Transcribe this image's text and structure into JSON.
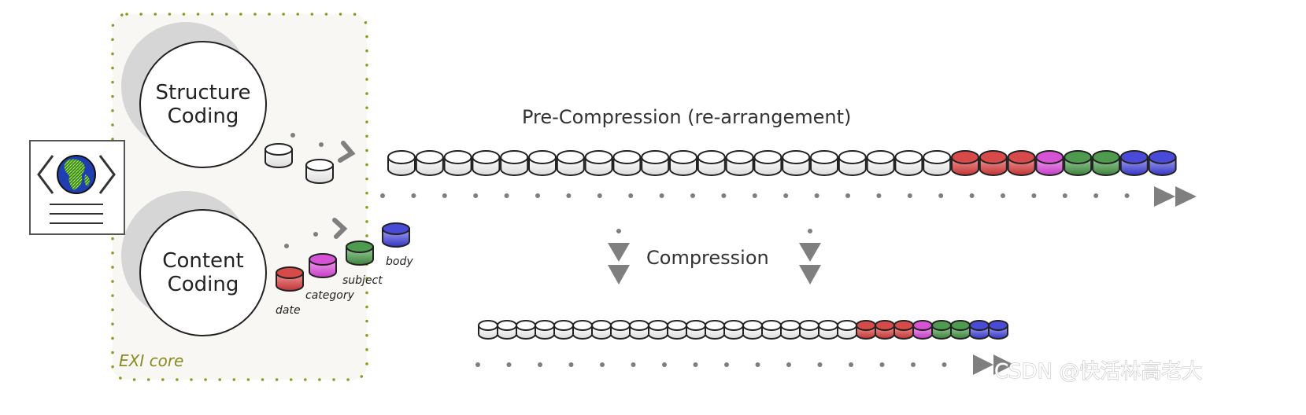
{
  "core": {
    "label": "EXI core",
    "structure": [
      "Structure",
      "Coding"
    ],
    "content": [
      "Content",
      "Coding"
    ]
  },
  "fields": [
    {
      "name": "date",
      "color": "red"
    },
    {
      "name": "category",
      "color": "magenta"
    },
    {
      "name": "subject",
      "color": "green"
    },
    {
      "name": "body",
      "color": "blue"
    }
  ],
  "pre_compression": {
    "label": "Pre-Compression (re-arrangement)",
    "stream": {
      "white": 20,
      "red": 3,
      "magenta": 1,
      "green": 2,
      "blue": 2
    }
  },
  "compression": {
    "label": "Compression",
    "stream": {
      "white": 20,
      "red": 3,
      "magenta": 1,
      "green": 2,
      "blue": 2
    }
  },
  "watermark": "CSDN @快活林高老大",
  "colors": {
    "white": "#f3f3f3",
    "red": "#d84a4a",
    "magenta": "#d653d6",
    "green": "#4e9a4e",
    "blue": "#4a4ad8",
    "arrow": "#7f7f7f",
    "core_border": "#8a9a22",
    "shadow": "#d6d6d6",
    "globe": "#2e8b2e",
    "globe_water": "#1f3fb0"
  },
  "icons": {
    "document": "xml-document-icon",
    "globe": "globe-icon"
  }
}
